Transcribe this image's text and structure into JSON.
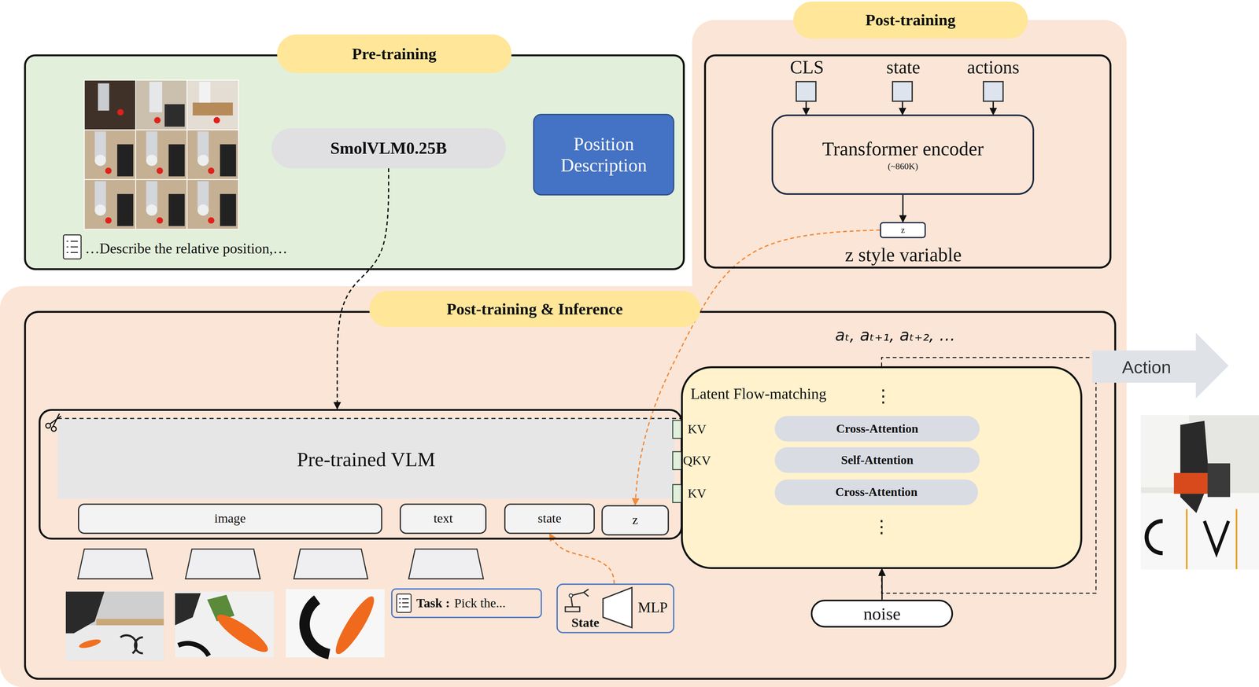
{
  "diagram": {
    "nodes": [
      {
        "text": [
          "Pre-training"
        ]
      },
      {
        "text": [
          "SmolVLM0.25B"
        ],
        "in": 0
      },
      {
        "text": [
          "Position Description"
        ],
        "in": 0
      },
      {
        "text": [
          "Post-training"
        ]
      },
      {
        "text": [
          "CLS"
        ],
        "in": 3
      },
      {
        "text": [
          "state"
        ],
        "in": 3
      },
      {
        "text": [
          "actions"
        ],
        "in": 3
      },
      {
        "text": [
          "Transformer encoder",
          "(~860K)"
        ],
        "in": 3
      },
      {
        "text": [
          "z",
          "z style variable"
        ],
        "in": 3
      },
      {
        "text": [
          "Post-training & Inference"
        ]
      },
      {
        "text": [
          "Pre-trained VLM"
        ],
        "in": 9
      },
      {
        "text": [
          "image"
        ],
        "in": 10
      },
      {
        "text": [
          "text"
        ],
        "in": 10
      },
      {
        "text": [
          "state"
        ],
        "in": 10
      },
      {
        "text": [
          "z"
        ],
        "in": 10
      },
      {
        "text": [
          "KV"
        ],
        "in": 9
      },
      {
        "text": [
          "QKV"
        ],
        "in": 9
      },
      {
        "text": [
          "KV"
        ],
        "in": 9
      },
      {
        "text": [
          "Latent Flow-matching"
        ],
        "in": 9
      },
      {
        "text": [
          "Cross-Attention"
        ],
        "in": 18
      },
      {
        "text": [
          "Self-Attention"
        ],
        "in": 18
      },
      {
        "text": [
          "Cross-Attention"
        ],
        "in": 18
      },
      {
        "text": [
          "Task :",
          "Pick the..."
        ],
        "in": 9
      },
      {
        "text": [
          "State",
          "MLP"
        ],
        "in": 9
      },
      {
        "text": [
          "noise"
        ],
        "in": 9
      },
      {
        "text": [
          "Action"
        ]
      }
    ],
    "edges": [
      {
        "from": 1,
        "to": 10,
        "arrow": "to"
      },
      {
        "from": 4,
        "to": 7,
        "arrow": "to"
      },
      {
        "from": 5,
        "to": 7,
        "arrow": "to"
      },
      {
        "from": 6,
        "to": 7,
        "arrow": "to"
      },
      {
        "from": 7,
        "to": 8,
        "arrow": "to"
      },
      {
        "from": 8,
        "to": 14,
        "arrow": "to"
      },
      {
        "from": 23,
        "to": 13,
        "arrow": "to"
      },
      {
        "from": 24,
        "to": 18,
        "arrow": "to"
      },
      {
        "from": 18,
        "to": 18,
        "arrow": "to"
      }
    ],
    "labels": [
      "…Describe the relative position,…",
      "aₜ, aₜ₊₁, aₜ₊₂, …",
      "⋮",
      "⋮"
    ]
  }
}
